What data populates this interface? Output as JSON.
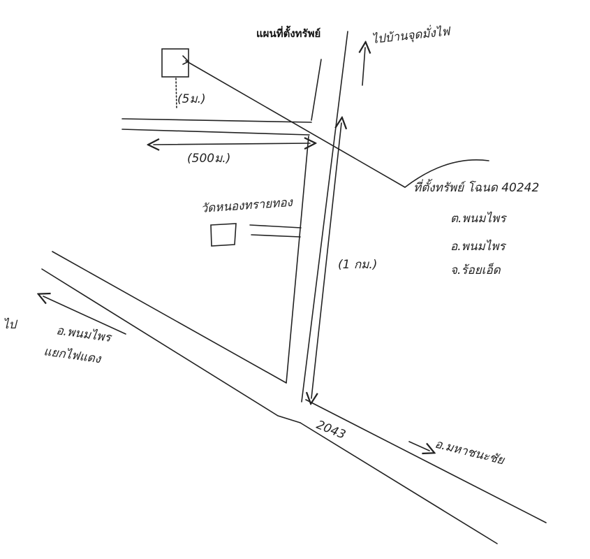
{
  "title": "แผนที่ตั้งทรัพย์",
  "labels": {
    "to_north": "ไปบ้านจุดมั่งไฟ",
    "distance_5m": "(5ม.)",
    "distance_500m": "(500ม.)",
    "temple": "วัดหนองทรายทอง",
    "distance_1km": "(1 กม.)",
    "property_line1": "ที่ตั้งทรัพย์ โฉนด 40242",
    "property_line2": "ต.พนมไพร",
    "property_line3": "อ.พนมไพร",
    "property_line4": "จ.ร้อยเอ็ด",
    "to_west_prefix": "ไป",
    "to_west_line1": "อ.พนมไพร",
    "to_west_line2": "แยกไฟแดง",
    "road_number": "2043",
    "to_east": "อ.มหาชนะชัย"
  },
  "colors": {
    "ink": "#222222",
    "paper": "#ffffff"
  }
}
